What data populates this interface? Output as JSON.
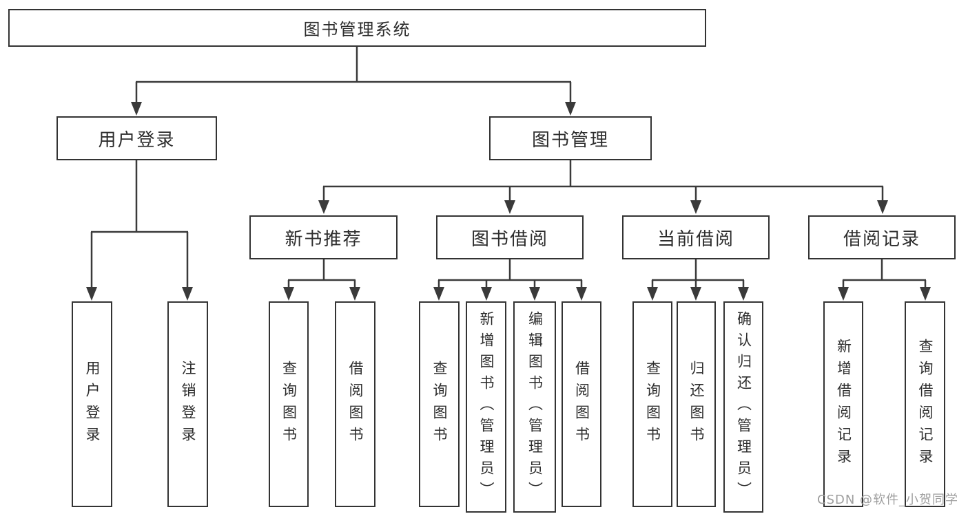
{
  "diagram": {
    "type": "hierarchy-tree",
    "root": {
      "label": "图书管理系统"
    },
    "branches": [
      {
        "label": "用户登录"
      },
      {
        "label": "图书管理"
      }
    ],
    "modules": [
      {
        "label": "新书推荐",
        "parent": "图书管理"
      },
      {
        "label": "图书借阅",
        "parent": "图书管理"
      },
      {
        "label": "当前借阅",
        "parent": "图书管理"
      },
      {
        "label": "借阅记录",
        "parent": "图书管理"
      }
    ],
    "leaves": [
      {
        "label": "用户登录",
        "parent": "用户登录"
      },
      {
        "label": "注销登录",
        "parent": "用户登录"
      },
      {
        "label": "查询图书",
        "parent": "新书推荐"
      },
      {
        "label": "借阅图书",
        "parent": "新书推荐"
      },
      {
        "label": "查询图书",
        "parent": "图书借阅"
      },
      {
        "label": "新增图书（管理员）",
        "parent": "图书借阅"
      },
      {
        "label": "编辑图书（管理员）",
        "parent": "图书借阅"
      },
      {
        "label": "借阅图书",
        "parent": "图书借阅"
      },
      {
        "label": "查询图书",
        "parent": "当前借阅"
      },
      {
        "label": "归还图书",
        "parent": "当前借阅"
      },
      {
        "label": "确认归还（管理员）",
        "parent": "当前借阅"
      },
      {
        "label": "新增借阅记录",
        "parent": "借阅记录"
      },
      {
        "label": "查询借阅记录",
        "parent": "借阅记录"
      }
    ],
    "watermark": "CSDN @软件_小贺同学",
    "colors": {
      "line": "#3a3a3a",
      "border": "#333333",
      "text": "#2d2d2d",
      "watermark": "#9e9e9e",
      "background": "#ffffff"
    }
  }
}
